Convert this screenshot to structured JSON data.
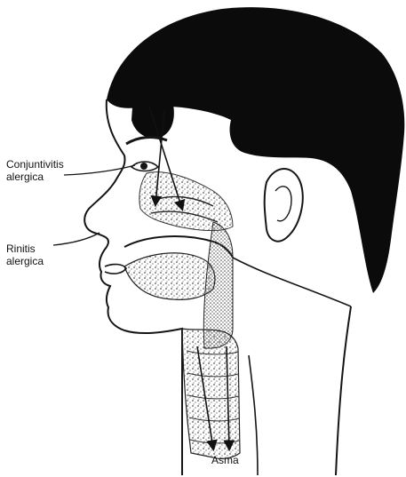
{
  "labels": {
    "conjuntivitis": {
      "line1": "Conjuntivitis",
      "line2": "alergica"
    },
    "rinitis": {
      "line1": "Rinitis",
      "line2": "alergica"
    },
    "asma": "Asma"
  },
  "colors": {
    "hair": "#0b0b0b",
    "outline": "#151515",
    "stipple": "#6a6a6a",
    "background": "#ffffff"
  }
}
